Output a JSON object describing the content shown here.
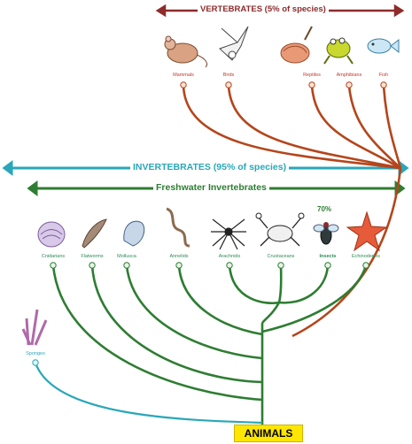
{
  "banners": {
    "vertebrates": "VERTEBRATES (5% of species)",
    "invertebrates": "INVERTEBRATES (95% of species)",
    "freshwater": "Freshwater Invertebrates"
  },
  "vertebrate_groups": [
    "Mammals",
    "Birds",
    "Reptiles",
    "Amphibians",
    "Fish"
  ],
  "invertebrate_groups": [
    "Cnidarians",
    "Flatworms",
    "Mollusca",
    "Annelids",
    "Arachnids",
    "Crustaceans",
    "Insects",
    "Echinoderms"
  ],
  "insect_share": "70%",
  "sponges_label": "Sponges",
  "root_label": "ANIMALS",
  "colors": {
    "vertebrate": "#b5451b",
    "invertebrate_banner": "#2aa7b8",
    "freshwater": "#2e7d32",
    "sponge_line": "#2aa7b8"
  }
}
